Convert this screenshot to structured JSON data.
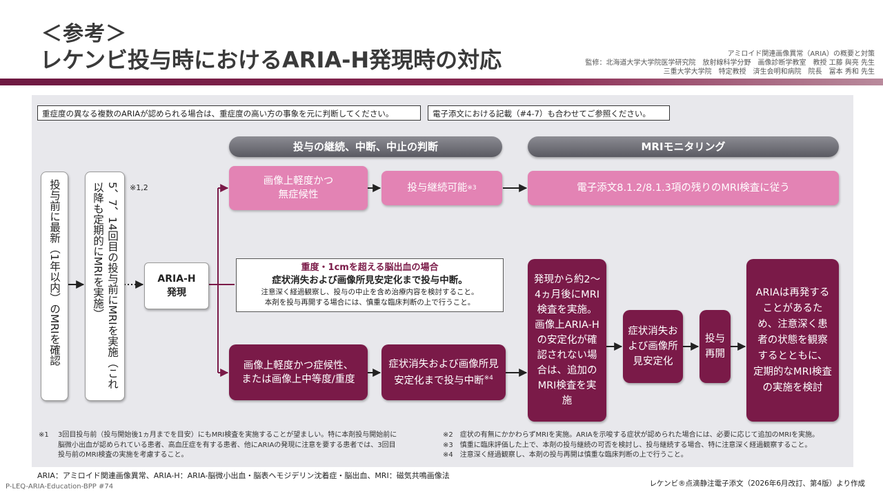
{
  "header": {
    "reference": "＜参考＞",
    "title": "レケンビ投与時におけるARIA-H発現時の対応",
    "credit_lines": [
      "アミロイド関連画像異常（ARIA）の概要と対策",
      "監修：北海道大学大学院医学研究院　放射線科学分野　画像診断学教室　教授 工藤 與亮 先生",
      "三重大学大学院　特定教授　済生会明和病院　院長　冨本 秀和 先生"
    ]
  },
  "notes": {
    "note1": "重症度の異なる複数のARIAが認められる場合は、重症度の高い方の事象を元に判断してください。",
    "note2": "電子添文における記載（#4-7）も合わせてご参照ください。"
  },
  "sections": {
    "judgment": "投与の継続、中断、中止の判断",
    "monitoring": "MRIモニタリング"
  },
  "flow": {
    "pre_mri": "投与前に最新（1年以内）のMRIを確認",
    "periodic_mri": "5、7、14回目の投与前にMRIを実施（これ以降も定期的にMRIを実施）",
    "periodic_ref": "※1,2",
    "aria_line1": "ARIA-H",
    "aria_line2": "発現",
    "mild_asym_1": "画像上軽度かつ",
    "mild_asym_2": "無症候性",
    "continue": "投与継続可能",
    "continue_ref": "※3",
    "continue_mri": "電子添文8.1.2/8.1.3項の残りのMRI検査に従う",
    "severe_title": "重度・1cmを超える脳出血の場合",
    "severe_main": "症状消失および画像所見安定化まで投与中断。",
    "severe_sub1": "注意深く経過観察し、投与の中止を含め治療内容を検討すること。",
    "severe_sub2": "本剤を投与再開する場合には、慎重な臨床判断の上で行うこと。",
    "sym_1": "画像上軽度かつ症候性、",
    "sym_2": "または画像上中等度/重度",
    "suspend_1": "症状消失および画像所見",
    "suspend_2": "安定化まで投与中断",
    "suspend_ref": "※4",
    "mri_recheck": "発現から約2～4ヵ月後にMRI検査を実施。画像上ARIA-Hの安定化が確認されない場合は、追加のMRI検査を実施",
    "stabilized": "症状消失および画像所見安定化",
    "resume": "投与再開",
    "recurrence": "ARIAは再発することがあるため、注意深く患者の状態を観察するとともに、定期的なMRI検査の実施を検討"
  },
  "footnotes": {
    "fn1_mark": "※1",
    "fn1_lines": [
      "3回目投与前（投与開始後1ヵ月までを目安）にもMRI検査を実施することが望ましい。特に本剤投与開始前に",
      "脳微小出血が認められている患者、高血圧症を有する患者、他にARIAの発現に注意を要する患者では、3回目",
      "投与前のMRI検査の実施を考慮すること。"
    ],
    "fn2": "※2　症状の有無にかかわらずMRIを実施。ARIAを示唆する症状が認められた場合には、必要に応じて追加のMRIを実施。",
    "fn3": "※3　慎重に臨床評価した上で、本剤の投与継続の可否を検討し、投与継続する場合、特に注意深く経過観察すること。",
    "fn4": "※4　注意深く経過観察し、本剤の投与再開は慎重な臨床判断の上で行うこと。",
    "abbrev": "ARIA：アミロイド関連画像異常、ARIA-H：ARIA-脳微小出血・脳表ヘモジデリン沈着症・脳出血、MRI：磁気共鳴画像法",
    "code": "P-LEQ-ARIA-Education-BPP #74",
    "source": "レケンビ®点滴静注電子添文（2026年6月改訂、第4版）より作成"
  },
  "colors": {
    "accent": "#7a1a48",
    "pink": "#e383b4",
    "gray_pill": "#6b6b72"
  }
}
